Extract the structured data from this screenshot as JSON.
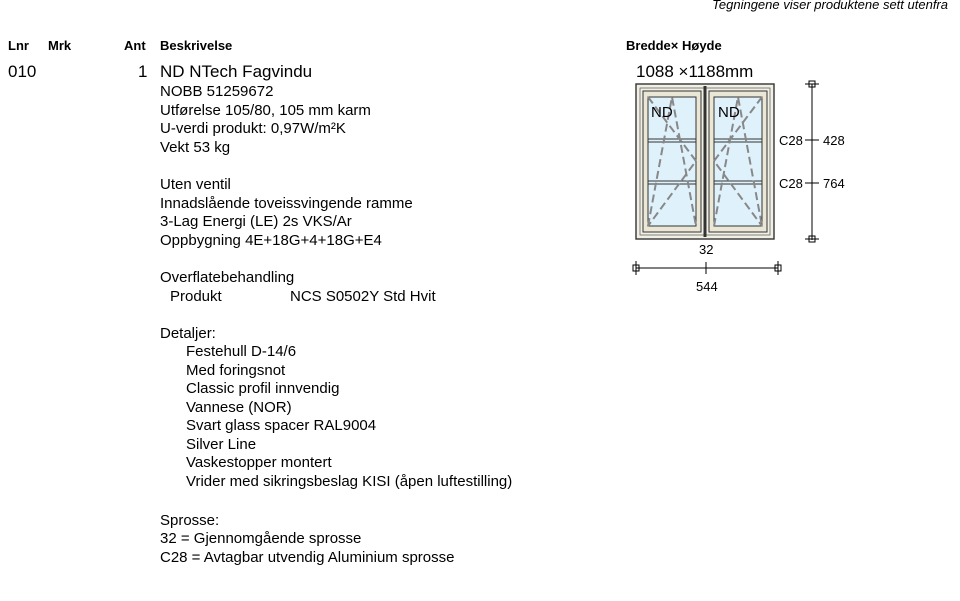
{
  "note": "Tegningene viser produktene sett utenfra",
  "headers": {
    "lnr": "Lnr",
    "mrk": "Mrk",
    "ant": "Ant",
    "beskrivelse": "Beskrivelse",
    "bredde_hoyde": "Bredde× Høyde"
  },
  "item": {
    "lnr": "010",
    "ant": "1",
    "title": "ND NTech Fagvindu",
    "specs": [
      "NOBB 51259672",
      "Utførelse 105/80, 105 mm karm",
      "U-verdi produkt: 0,97W/m²K",
      "Vekt 53 kg"
    ],
    "options": [
      "Uten ventil",
      "Innadslående toveissvingende ramme",
      "3-Lag Energi (LE) 2s VKS/Ar",
      "Oppbygning 4E+18G+4+18G+E4"
    ],
    "surface_heading": "Overflatebehandling",
    "surface_label": "Produkt",
    "surface_value": "NCS S0502Y Std Hvit",
    "details_heading": "Detaljer:",
    "details": [
      "Festehull D-14/6",
      "Med foringsnot",
      "Classic profil innvendig",
      "Vannese (NOR)",
      "Svart glass spacer RAL9004",
      "Silver Line",
      "Vaskestopper montert",
      "Vrider med sikringsbeslag KISI (åpen luftestilling)"
    ],
    "sprosse_heading": "Sprosse:",
    "sprosse": [
      "32  = Gjennomgående sprosse",
      "C28 = Avtagbar utvendig Aluminium sprosse"
    ],
    "dimensions": "1088 ×1188mm"
  },
  "drawing": {
    "sash_label_left": "ND",
    "sash_label_right": "ND",
    "bar_label_1": "C28",
    "bar_value_1": "428",
    "bar_label_2": "C28",
    "bar_value_2": "764",
    "mullion_label": "32",
    "width_dim": "544"
  }
}
